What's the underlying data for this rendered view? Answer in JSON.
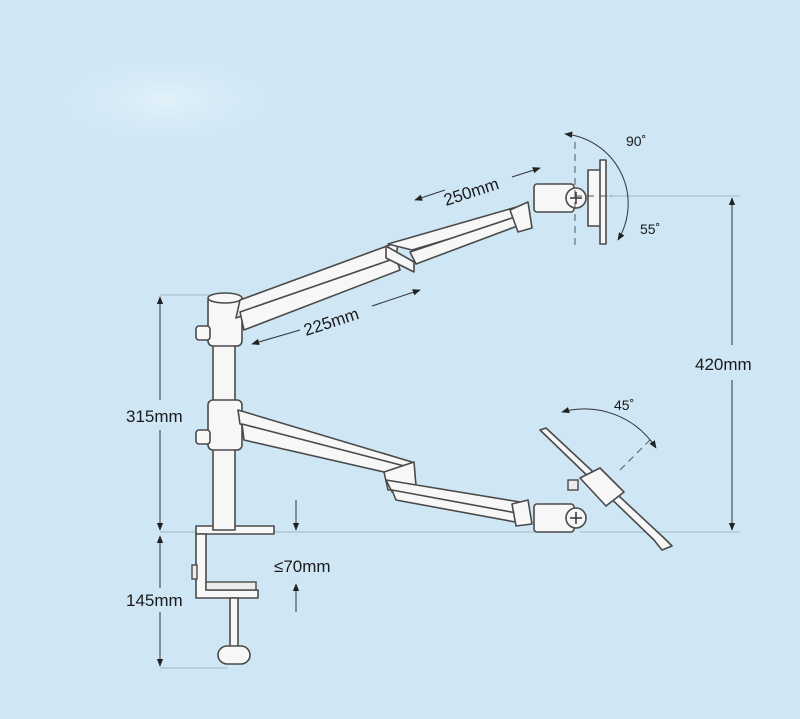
{
  "dimensions": {
    "upper_arm_length": "250mm",
    "lower_arm_length": "225mm",
    "pole_height": "315mm",
    "total_height": "420mm",
    "clamp_height": "145mm",
    "desk_thickness": "≤70mm"
  },
  "angles": {
    "monitor_tilt_up": "90˚",
    "monitor_tilt_down": "55˚",
    "laptop_tilt": "45˚"
  },
  "colors": {
    "background": "#cfe7f5",
    "outline": "#4a4a4a",
    "part_fill": "#f7f7f7",
    "text": "#1a1a1a"
  }
}
